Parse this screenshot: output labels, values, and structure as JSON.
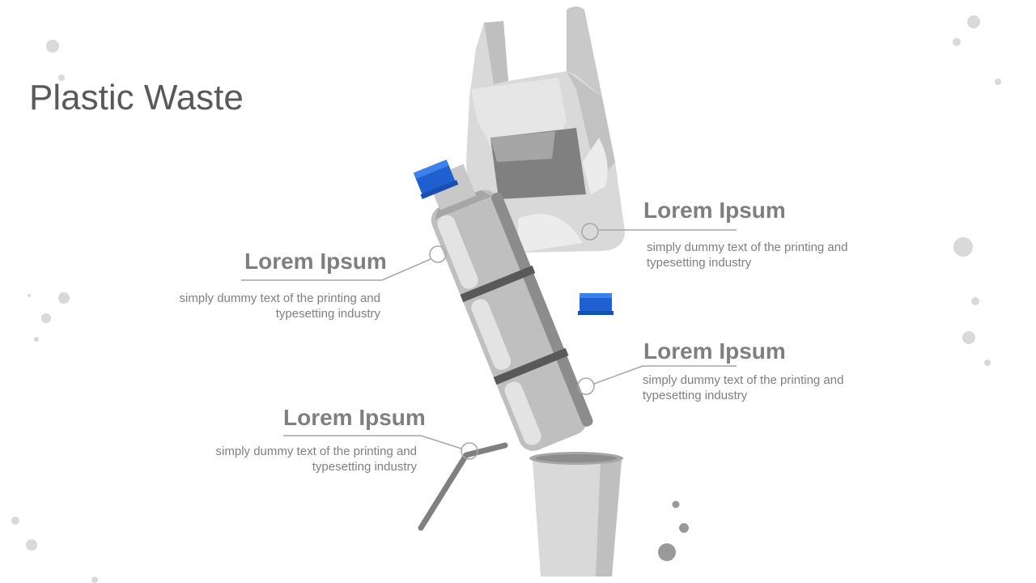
{
  "page": {
    "title": "Plastic Waste"
  },
  "callouts": [
    {
      "heading": "Lorem Ipsum",
      "text": "simply dummy text of the printing and typesetting industry"
    },
    {
      "heading": "Lorem Ipsum",
      "text": "simply dummy text of the printing and typesetting industry"
    },
    {
      "heading": "Lorem Ipsum",
      "text": "simply dummy text of the printing and typesetting industry"
    },
    {
      "heading": "Lorem Ipsum",
      "text": "simply dummy text of the printing and typesetting industry"
    }
  ],
  "colors": {
    "cap_blue": "#1f5fd1",
    "text_gray": "#7f7f7f",
    "title_gray": "#595959",
    "dot_gray": "#d9d9d9"
  },
  "icons": [
    "plastic-bag-icon",
    "plastic-bottle-icon",
    "bottle-cap-icon",
    "straw-icon",
    "plastic-cup-icon"
  ]
}
